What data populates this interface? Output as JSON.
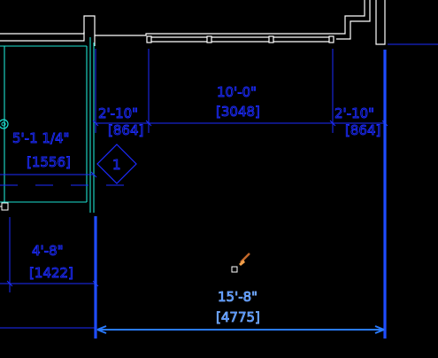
{
  "colors": {
    "background": "#000000",
    "wall": "#ffffff",
    "cyan": "#1de0d0",
    "dimension": "#1c2bff",
    "selected": "#2a7bff",
    "cursor_tool": "#c2672a"
  },
  "dimensions": {
    "top_left": {
      "imperial": "2'-10\"",
      "metric": "[864]"
    },
    "top_center": {
      "imperial": "10'-0\"",
      "metric": "[3048]"
    },
    "top_right": {
      "imperial": "2'-10\"",
      "metric": "[864]"
    },
    "left_upper": {
      "imperial": "5'-1 1/4\"",
      "metric": "[1556]"
    },
    "left_lower": {
      "imperial": "4'-8\"",
      "metric": "[1422]"
    },
    "bottom_selected": {
      "imperial": "15'-8\"",
      "metric": "[4775]"
    }
  },
  "tag": {
    "label": "1"
  },
  "cursor": {
    "icon": "paintbrush-cursor-icon"
  }
}
